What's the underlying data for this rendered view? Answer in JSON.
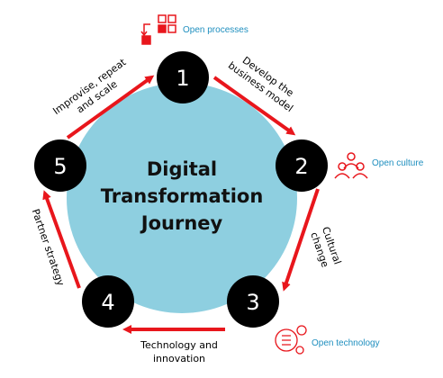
{
  "center_title": {
    "line1": "Digital",
    "line2": "Transformation",
    "line3": "Journey"
  },
  "steps": [
    {
      "number": "1"
    },
    {
      "number": "2"
    },
    {
      "number": "3"
    },
    {
      "number": "4"
    },
    {
      "number": "5"
    }
  ],
  "transitions": {
    "develop": {
      "line1": "Develop the",
      "line2": "business model"
    },
    "cultural": {
      "line1": "Cultural",
      "line2": "change"
    },
    "technology": {
      "line1": "Technology and",
      "line2": "innovation"
    },
    "partner": {
      "line1": "Partner strategy"
    },
    "improvise": {
      "line1": "Improvise, repeat",
      "line2": "and scale"
    }
  },
  "callouts": {
    "processes": "Open processes",
    "culture": "Open culture",
    "technology": "Open technology"
  },
  "colors": {
    "circle_fill": "#8ecfe0",
    "node_fill": "#000000",
    "arrow": "#e8161c",
    "callout_text": "#1f8fbf",
    "icon_red": "#e8161c"
  }
}
